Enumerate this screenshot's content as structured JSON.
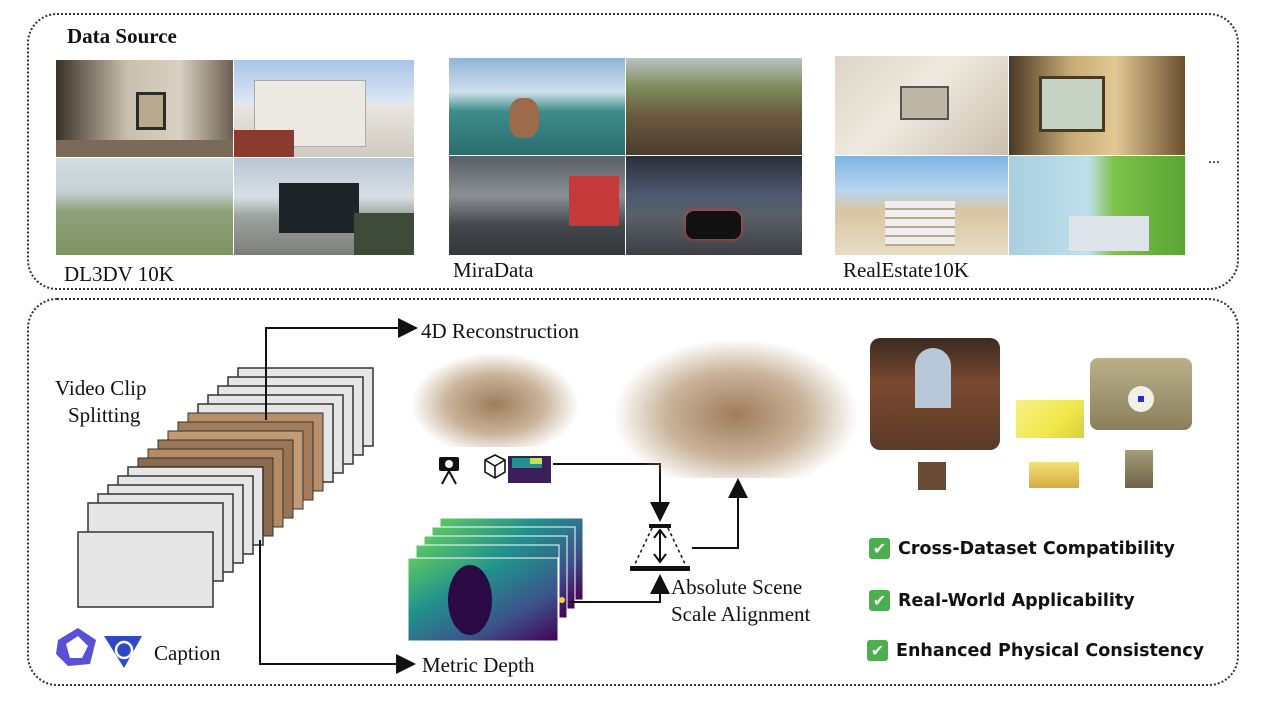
{
  "top_panel": {
    "title": "Data Source",
    "datasets": [
      {
        "label": "DL3DV 10K"
      },
      {
        "label": "MiraData"
      },
      {
        "label": "RealEstate10K"
      }
    ],
    "more": "..."
  },
  "bottom_panel": {
    "video_clip_line1": "Video Clip",
    "video_clip_line2": "Splitting",
    "caption": "Caption",
    "reconstruction": "4D Reconstruction",
    "metric_depth": "Metric Depth",
    "alignment_line1": "Absolute Scene",
    "alignment_line2": "Scale Alignment",
    "benefits": [
      "Cross-Dataset Compatibility",
      "Real-World Applicability",
      "Enhanced Physical Consistency"
    ]
  },
  "colors": {
    "check": "#4cae4c",
    "depth_dark": "#3b1f5a",
    "depth_mid": "#21918c",
    "depth_light": "#c6e05a"
  }
}
